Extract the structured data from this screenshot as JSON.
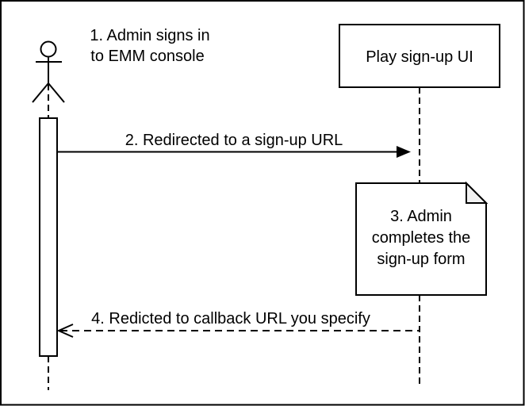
{
  "diagram": {
    "type": "sequence-diagram",
    "colors": {
      "stroke": "#000000",
      "background": "#ffffff",
      "note_fold_fill": "#f2f2f2"
    },
    "actor": {
      "name": "admin-actor",
      "annotation": {
        "line1": "1. Admin signs in",
        "line2": "to EMM console"
      }
    },
    "participants": [
      {
        "label": "Play sign-up UI"
      }
    ],
    "messages": [
      {
        "label": "2. Redirected to a sign-up URL",
        "style": "solid",
        "direction": "right"
      },
      {
        "label": "4. Redicted to callback URL you specify",
        "style": "dashed",
        "direction": "left"
      }
    ],
    "note": {
      "lines": [
        "3. Admin",
        "completes the",
        "sign-up form"
      ]
    }
  }
}
